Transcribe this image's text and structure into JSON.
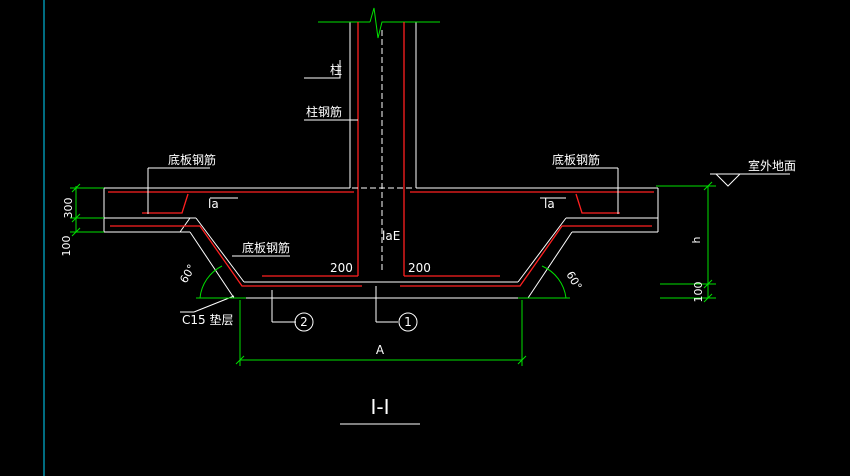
{
  "labels": {
    "column": "柱",
    "column_rebar": "柱钢筋",
    "slab_rebar_left": "底板钢筋",
    "slab_rebar_right": "底板钢筋",
    "slab_rebar_lower": "底板钢筋",
    "ground_level": "室外地面",
    "la_left": "la",
    "la_right": "la",
    "lae": "laE",
    "cushion": "C15 垫层",
    "callout_1": "1",
    "callout_2": "2",
    "section_title": "I-I"
  },
  "dimensions": {
    "d300": "300",
    "d100_left": "100",
    "d100_right": "100",
    "h": "h",
    "a": "A",
    "d200_left": "200",
    "d200_right": "200",
    "angle_left": "60°",
    "angle_right": "60°"
  },
  "colors": {
    "background": "#000000",
    "outline": "#ffffff",
    "rebar": "#ff2020",
    "dimension": "#00e000",
    "axis": "#00d8ff"
  }
}
